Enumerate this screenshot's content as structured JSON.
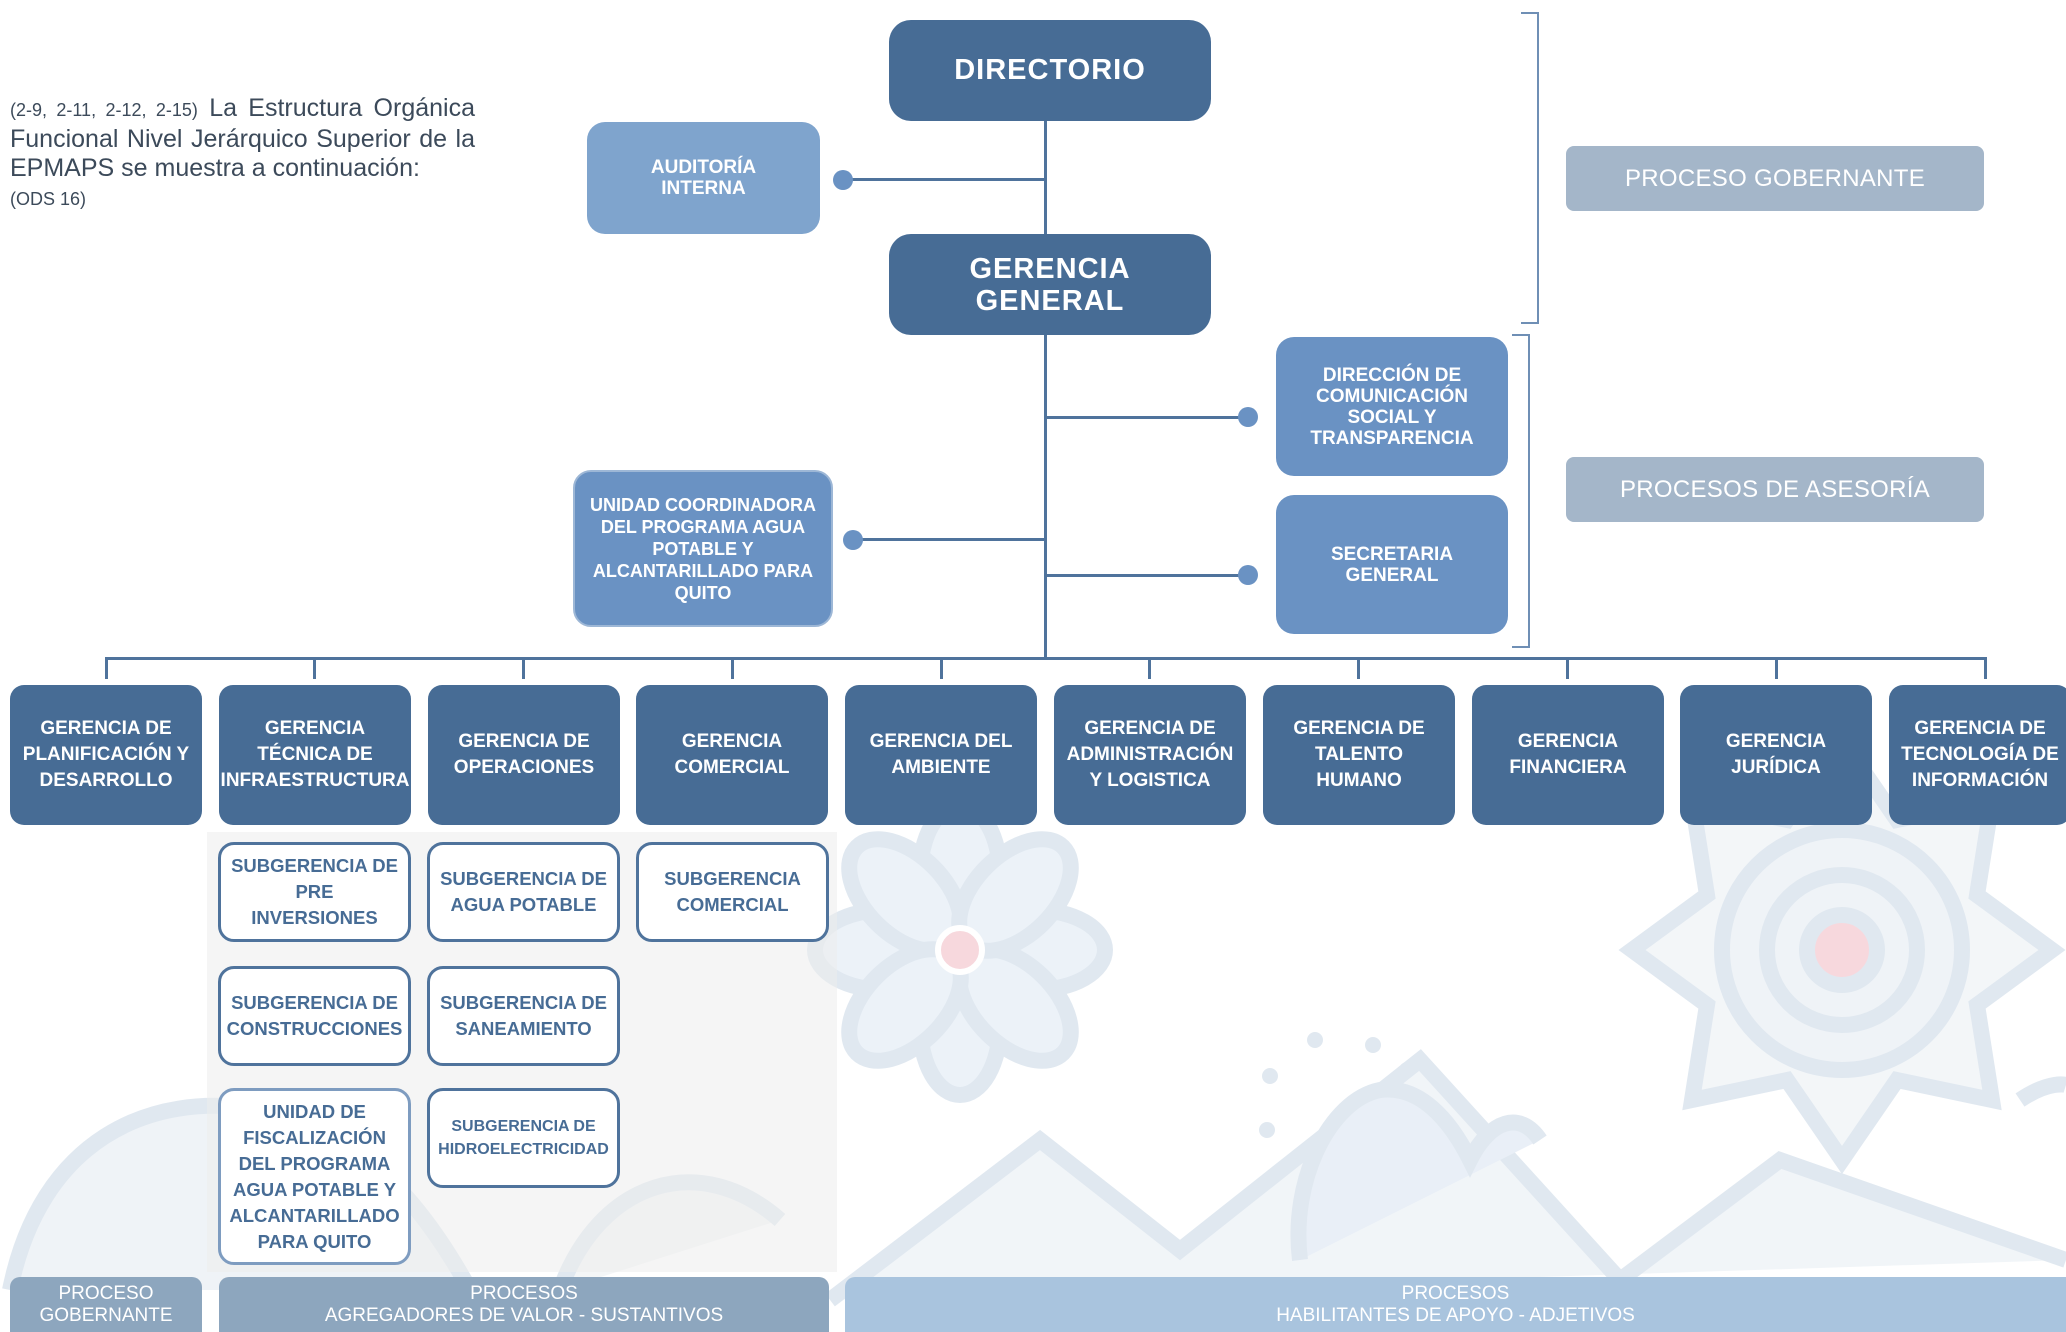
{
  "intro": {
    "refs": "(2-9, 2-11, 2-12, 2-15)",
    "text": "La Estructura Orgánica Funcional Nivel Jerárquico Superior de la EPMAPS se muestra a continuación:",
    "ods": "(ODS 16)"
  },
  "top": {
    "directorio": "DIRECTORIO",
    "auditoria": "AUDITORÍA INTERNA",
    "gerencia_general": "GERENCIA GENERAL",
    "direccion_comunicacion": "DIRECCIÓN DE COMUNICACIÓN SOCIAL Y TRANSPARENCIA",
    "secretaria_general": "SECRETARIA GENERAL",
    "unidad_coordinadora": "UNIDAD COORDINADORA DEL PROGRAMA AGUA POTABLE Y ALCANTARILLADO PARA QUITO"
  },
  "processes": {
    "gobernante": "PROCESO GOBERNANTE",
    "asesoria": "PROCESOS DE ASESORÍA"
  },
  "departments": [
    "GERENCIA DE PLANIFICACIÓN Y DESARROLLO",
    "GERENCIA TÉCNICA DE INFRAESTRUCTURA",
    "GERENCIA DE OPERACIONES",
    "GERENCIA COMERCIAL",
    "GERENCIA DEL AMBIENTE",
    "GERENCIA DE ADMINISTRACIÓN Y LOGISTICA",
    "GERENCIA DE TALENTO HUMANO",
    "GERENCIA FINANCIERA",
    "GERENCIA JURÍDICA",
    "GERENCIA DE TECNOLOGÍA DE INFORMACIÓN"
  ],
  "subunits": {
    "infraestructura": [
      "SUBGERENCIA DE PRE INVERSIONES",
      "SUBGERENCIA DE CONSTRUCCIONES",
      "UNIDAD DE FISCALIZACIÓN DEL PROGRAMA AGUA POTABLE Y ALCANTARILLADO PARA QUITO"
    ],
    "operaciones": [
      "SUBGERENCIA DE AGUA POTABLE",
      "SUBGERENCIA DE SANEAMIENTO",
      "SUBGERENCIA DE HIDROELECTRICIDAD"
    ],
    "comercial": [
      "SUBGERENCIA COMERCIAL"
    ]
  },
  "bands": {
    "gobernante": {
      "line1": "PROCESO",
      "line2": "GOBERNANTE"
    },
    "sustantivos": {
      "line1": "PROCESOS",
      "line2": "AGREGADORES DE VALOR - SUSTANTIVOS"
    },
    "adjetivos": {
      "line1": "PROCESOS",
      "line2": "HABILITANTES DE APOYO - ADJETIVOS"
    }
  },
  "colors": {
    "dark": "#476c95",
    "mid": "#6a92c3",
    "light": "#7fa4cd",
    "process_label": "#a4b6c9",
    "band_dark": "#8da6be",
    "band_light": "#a9c4de"
  }
}
